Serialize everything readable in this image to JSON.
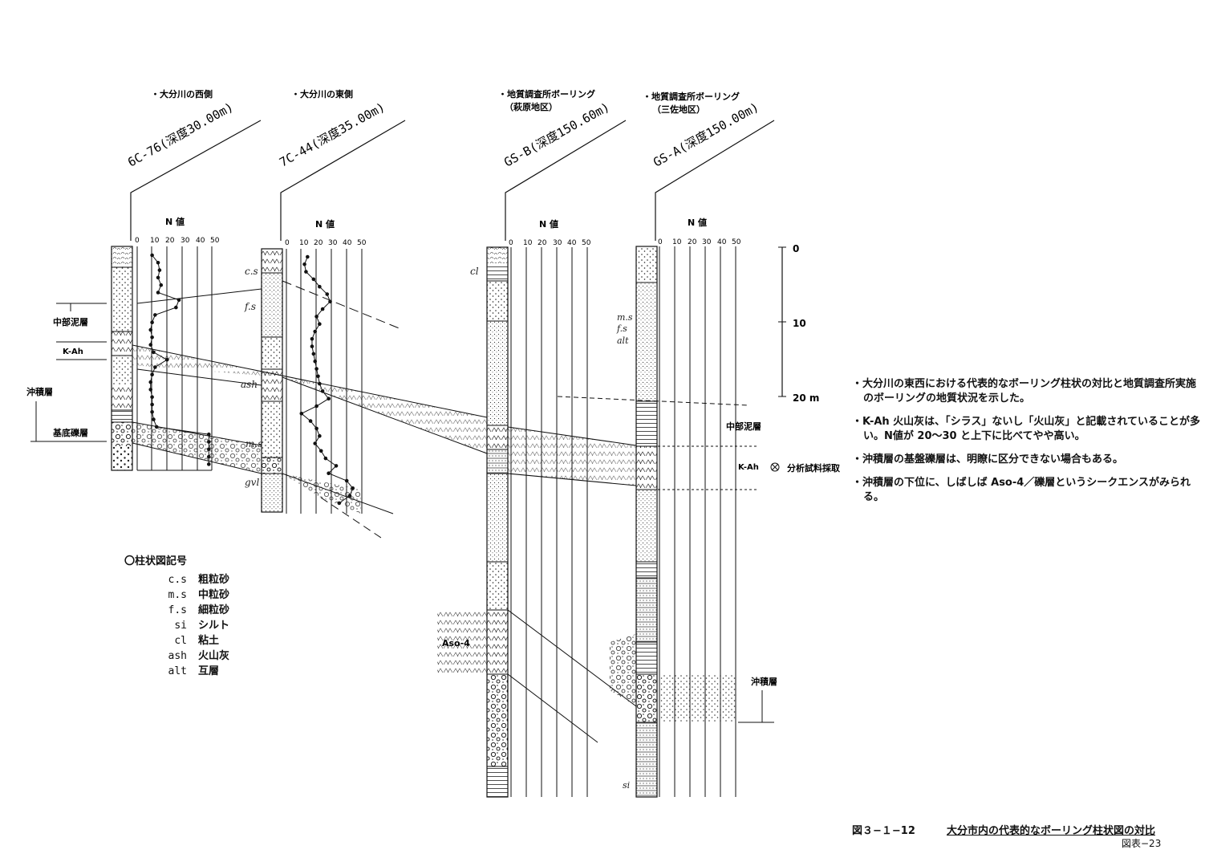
{
  "boreholes": [
    {
      "header": "・大分川の西側",
      "subheader": "",
      "id_label": "6C-76(深度30.00m)",
      "n_label": "N 値",
      "ticks": [
        "0",
        "10",
        "20",
        "30",
        "40",
        "50"
      ]
    },
    {
      "header": "・大分川の東側",
      "subheader": "",
      "id_label": "7C-44(深度35.00m)",
      "n_label": "N 値",
      "ticks": [
        "0",
        "10",
        "20",
        "30",
        "40",
        "50"
      ]
    },
    {
      "header": "・地質調査所ボーリング",
      "subheader": "（萩原地区）",
      "id_label": "GS-B(深度150.60m)",
      "n_label": "N 値",
      "ticks": [
        "0",
        "10",
        "20",
        "30",
        "40",
        "50"
      ]
    },
    {
      "header": "・地質調査所ボーリング",
      "subheader": "（三佐地区）",
      "id_label": "GS-A(深度150.00m)",
      "n_label": "N 値",
      "ticks": [
        "0",
        "10",
        "20",
        "30",
        "40",
        "50"
      ]
    }
  ],
  "layer_labels": {
    "chubu_deisou": "中部泥層",
    "k_ah": "K-Ah",
    "chuseki": "沖積層",
    "kitei_rekisou": "基底礫層",
    "aso4": "Aso-4",
    "chubu_deisou_right": "中部泥層",
    "k_ah_right": "K-Ah",
    "chuseki_right": "沖積層",
    "sample": "分析試料採取"
  },
  "handwritten": {
    "cs": "c.s",
    "fs": "f.s",
    "ash": "ash",
    "ms": "m.s",
    "gvl": "gvl",
    "cl": "cl",
    "gsa_ms": "m.s",
    "gsa_fs": "f.s",
    "gsa_alt": "alt",
    "si": "si"
  },
  "scale": {
    "labels": [
      "0",
      "10",
      "20 m"
    ]
  },
  "legend": {
    "title": "〇柱状図記号",
    "items": [
      {
        "code": "c.s",
        "name": "粗粒砂"
      },
      {
        "code": "m.s",
        "name": "中粒砂"
      },
      {
        "code": "f.s",
        "name": "細粒砂"
      },
      {
        "code": "si",
        "name": "シルト"
      },
      {
        "code": "cl",
        "name": "粘土"
      },
      {
        "code": "ash",
        "name": "火山灰"
      },
      {
        "code": "alt",
        "name": "互層"
      }
    ]
  },
  "notes": [
    "・大分川の東西における代表的なボーリング柱状の対比と地質調査所実施のボーリングの地質状況を示した。",
    "・K-Ah 火山灰は、「シラス」ないし「火山灰」と記載されていることが多い。N値が 20～30 と上下に比べてやや高い。",
    "・沖積層の基盤礫層は、明瞭に区分できない場合もある。",
    "・沖積層の下位に、しばしば Aso-4／礫層というシークエンスがみられる。"
  ],
  "caption": {
    "number": "図３−１−12",
    "title": "大分市内の代表的なボーリング柱状図の対比",
    "page": "図表−23"
  },
  "n_values": {
    "6C-76": [
      10,
      14,
      15,
      14,
      16,
      14,
      28,
      26,
      12,
      10,
      9,
      10,
      9,
      11,
      20,
      12,
      10,
      9,
      9,
      10,
      10,
      10,
      11,
      13,
      48,
      48,
      48,
      48,
      48
    ],
    "7C-44": [
      14,
      12,
      13,
      18,
      22,
      27,
      29,
      24,
      20,
      22,
      19,
      17,
      17,
      18,
      19,
      20,
      21,
      22,
      24,
      28,
      20,
      10,
      16,
      20,
      22,
      19,
      23,
      26,
      33,
      28,
      40,
      44,
      42,
      35
    ]
  }
}
